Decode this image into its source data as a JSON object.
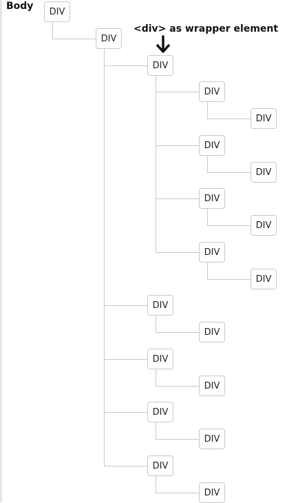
{
  "root_label": "Body",
  "annotation": "<div> as wrapper element",
  "node_label": "DIV",
  "tree": {
    "children": [
      {
        "label": "DIV",
        "children": [
          {
            "label": "DIV",
            "children": [
              {
                "label": "DIV",
                "children": [
                  {
                    "label": "DIV",
                    "children": [
                      {
                        "label": "DIV"
                      }
                    ]
                  },
                  {
                    "label": "DIV",
                    "children": [
                      {
                        "label": "DIV"
                      }
                    ]
                  },
                  {
                    "label": "DIV",
                    "children": [
                      {
                        "label": "DIV"
                      }
                    ]
                  },
                  {
                    "label": "DIV",
                    "children": [
                      {
                        "label": "DIV"
                      }
                    ]
                  }
                ]
              },
              {
                "label": "DIV",
                "children": [
                  {
                    "label": "DIV"
                  }
                ]
              },
              {
                "label": "DIV",
                "children": [
                  {
                    "label": "DIV"
                  }
                ]
              },
              {
                "label": "DIV",
                "children": [
                  {
                    "label": "DIV"
                  }
                ]
              },
              {
                "label": "DIV",
                "children": [
                  {
                    "label": "DIV"
                  }
                ]
              }
            ]
          }
        ]
      }
    ]
  }
}
